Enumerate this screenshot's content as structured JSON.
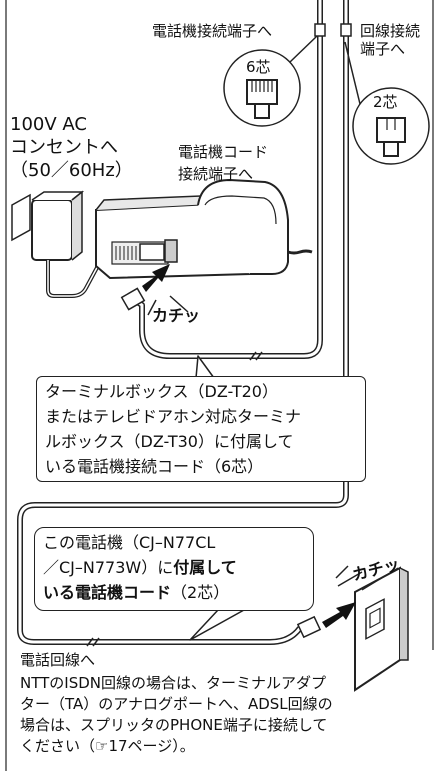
{
  "labels": {
    "phone_terminal": "電話機接続端子へ",
    "line_terminal": "回線接続\n端子へ",
    "cord_6": "6芯",
    "cord_2": "2芯",
    "ac_outlet": "100V AC\nコンセントへ\n（50／60Hz）",
    "cord_terminal": "電話機コード\n接続端子へ",
    "click_1": "カチッ",
    "click_2": "カチッ",
    "phone_line": "電話回線へ"
  },
  "box1": {
    "text": "ターミナルボックス（DZ-T20）\nまたはテレビドアホン対応ターミナ\nルボックス（DZ-T30）に付属して\nいる電話機接続コード（6芯）"
  },
  "box2": {
    "part1": "この電話機（CJ–N77CL\n／CJ–N773W）に",
    "bold": "付属して\nいる電話機コード",
    "part2": "（2芯）"
  },
  "note": "NTTのISDN回線の場合は、ターミナルアダプ\nター（TA）のアナログポートへ、ADSL回線の\n場合は、スプリッタのPHONE端子に接続して\nください（☞17ページ）。"
}
